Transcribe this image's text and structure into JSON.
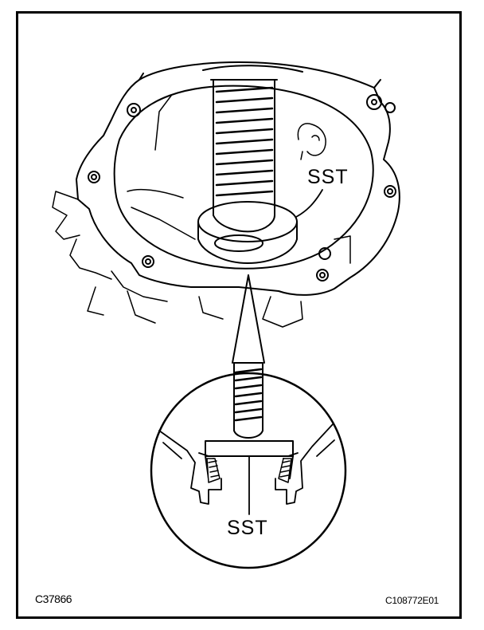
{
  "labels": {
    "sst_top": "SST",
    "sst_detail": "SST"
  },
  "footer": {
    "left_code": "C37866",
    "right_code": "C108772E01"
  }
}
